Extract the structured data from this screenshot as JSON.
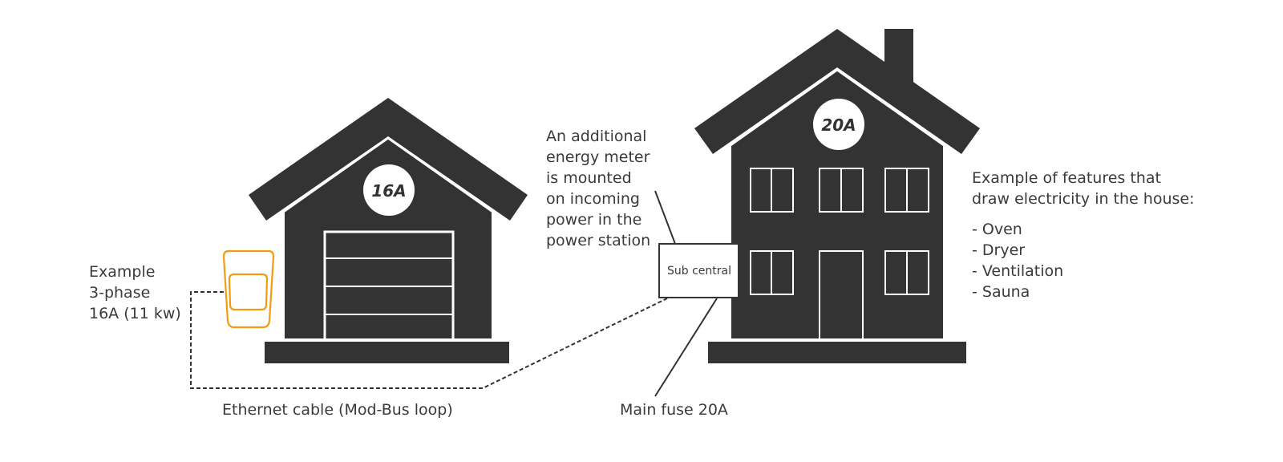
{
  "colors": {
    "building": "#333333",
    "text": "#3a3a3a",
    "charger_accent": "#f39c12",
    "background": "#ffffff"
  },
  "garage": {
    "fuse_badge": "16A",
    "door_panels": 4
  },
  "house": {
    "fuse_badge": "20A",
    "windows": 5,
    "has_chimney": true
  },
  "charger": {
    "icon": "ev-charger-icon",
    "label_lines": [
      "Example",
      "3-phase",
      "16A (11 kw)"
    ]
  },
  "energy_meter_note": {
    "lines": [
      "An additional",
      "energy meter",
      "is mounted",
      "on incoming",
      "power in the",
      "power station"
    ]
  },
  "sub_central": {
    "label": "Sub central"
  },
  "main_fuse": {
    "label": "Main fuse 20A"
  },
  "ethernet": {
    "label": "Ethernet cable (Mod-Bus loop)"
  },
  "features": {
    "heading_lines": [
      "Example of features that",
      "draw electricity in the house:"
    ],
    "items": [
      "- Oven",
      "- Dryer",
      "- Ventilation",
      "- Sauna"
    ]
  }
}
